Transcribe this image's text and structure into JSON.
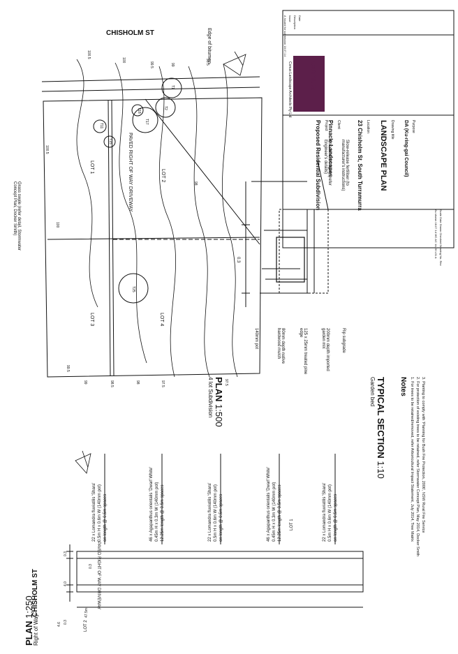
{
  "street_top": "CHISHOLM ST",
  "street_left": "CHISHOLM ST",
  "edge_bitumen": "Edge of bitumen",
  "grass_note": "Grass swale (refer detail, Stormwater Concept Plan, Docker Smith)",
  "driveway_label": "PAVED RIGHT OF WAY DRIVEWAY",
  "lots": [
    "LOT 1",
    "LOT 2",
    "LOT 3",
    "LOT 4"
  ],
  "contours": [
    "100.5",
    "100",
    "99.5",
    "99",
    "98.5",
    "98",
    "97.5",
    "100.5",
    "100",
    "99.5",
    "99",
    "98.5",
    "98",
    "97.5"
  ],
  "trees": [
    "T11",
    "T15",
    "T17",
    "T18",
    "T2",
    "T1",
    "T25"
  ],
  "plan_main": {
    "title": "PLAN",
    "scale": "1:500",
    "subtitle": "4 lot Subdivision"
  },
  "plan_row": {
    "title": "PLAN",
    "scale": "1:250",
    "subtitle": "Right of Way"
  },
  "row_driveway": "PAVED RIGHT OF WAY DRIVEWAY",
  "row_lots": [
    "LOT 1",
    "LOT 2"
  ],
  "row_dims": [
    "4.6",
    "0.3",
    "4.0",
    "0.3",
    "0.3",
    "47.5m"
  ],
  "planting_labels": [
    [
      "22 x Lomandra fluviatilis 'Shara'",
      "0.5m H x 0.6m W (140mm pot)",
      "on length @ 0.5m spaces"
    ],
    [
      "46 x Agapanthus orientalis 'Dwarf White'",
      "0.45m H x 0.3m W (140mm pot)",
      "12.25m length @ 0.5m spaces"
    ],
    [
      "22 x Lomandra fluviatilis 'Shara'",
      "0.5m H x 0.6m W (140mm pot)",
      "on length @ 0.5m spaces"
    ],
    [
      "46 x Agapanthus orientalis 'Dwarf White'",
      "0.45m H x 0.3m W (140mm pot)",
      "12.25m length @ 0.5m spaces"
    ],
    [
      "22 x Lomandra fluviatilis 'Shara'",
      "0.5m H x 0.6m W (140mm pot)",
      "on length @ 0.5m spaces"
    ]
  ],
  "section": {
    "title": "TYPICAL SECTION",
    "scale": "1:10",
    "subtitle": "Garden bed",
    "dim": "0.3",
    "labels_bottom": [
      "140mm pot",
      "80mm depth native hardwood mulch",
      "125 x 25mm treated pine edge",
      "200mm depth imported garden mix",
      "Rip subgrade"
    ],
    "labels_top": [
      "Concrete driveway (refer Engineer's details)",
      "Slow-release fertiliser (to manufacturer's instructions)"
    ]
  },
  "notes": {
    "title": "Notes",
    "items": [
      "1. For trees to be retained/removed, refer Arboricultural Impact Statement, July 2014, Tree Matrix",
      "2. For protection of existing trees to be retained, refer Stormwater Concept Plan, May 2014, Docker Smith",
      "3. Planting to comply with 'Planning for Bush Fire Protection, 2006', NSW Rural Fire Service"
    ]
  },
  "title_block": {
    "logo_text": "conus",
    "firm": "Conus Landscape Architects Pty Ltd",
    "client_label": "Client",
    "client": "Pinnacle Landscapes",
    "project_label": "Project",
    "project": "Proposed Residential Subdivision",
    "location_label": "Location",
    "location": "23 Chisholm St, South Turramurra",
    "drawing_label": "Drawing title",
    "drawing": "LANDSCAPE PLAN",
    "purpose_label": "Purpose",
    "purpose": "DA (Ku-ring-gai Council)",
    "rev_headers": [
      "Issue",
      "Description",
      "Date"
    ],
    "rev_row": [
      "A",
      "Issued for submission",
      "18.07.14"
    ],
    "footer_labels": [
      "Scale",
      "Date",
      "Drawn",
      "Checked",
      "Drawing No.",
      "Rev"
    ],
    "footer_values": [
      "As shown",
      "18.07.14",
      "MC",
      "AC",
      "14-06 L01",
      "A"
    ]
  },
  "colors": {
    "logo": "#5c1f4a",
    "line": "#111111"
  }
}
